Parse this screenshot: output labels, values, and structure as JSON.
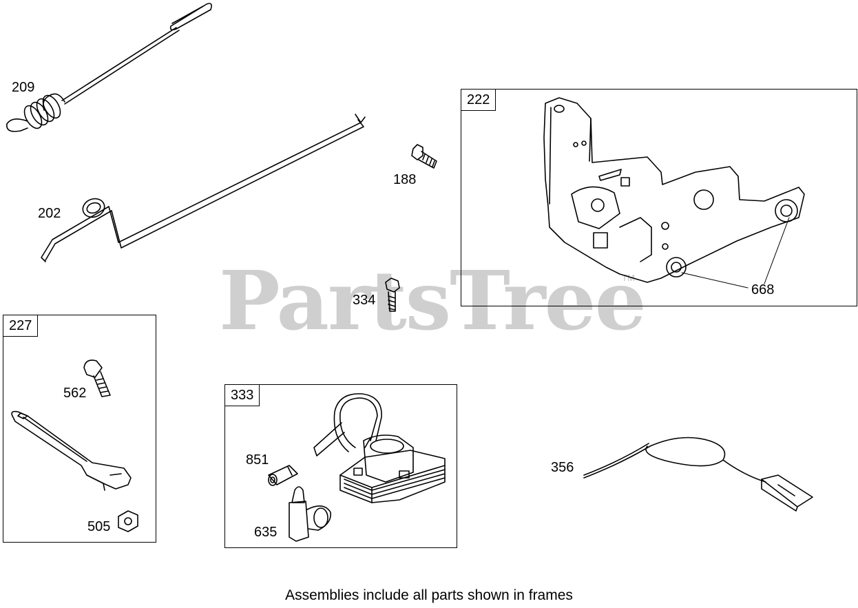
{
  "watermark": {
    "brand": "PartsTree",
    "mark": "TM"
  },
  "caption": "Assemblies include all parts shown in frames",
  "callouts": {
    "p209": "209",
    "p202": "202",
    "p188": "188",
    "p334": "334",
    "p222": "222",
    "p668": "668",
    "p227": "227",
    "p562": "562",
    "p505": "505",
    "p333": "333",
    "p851": "851",
    "p635": "635",
    "p356": "356"
  },
  "colors": {
    "line": "#000000",
    "watermark": "#cfcfcf"
  }
}
